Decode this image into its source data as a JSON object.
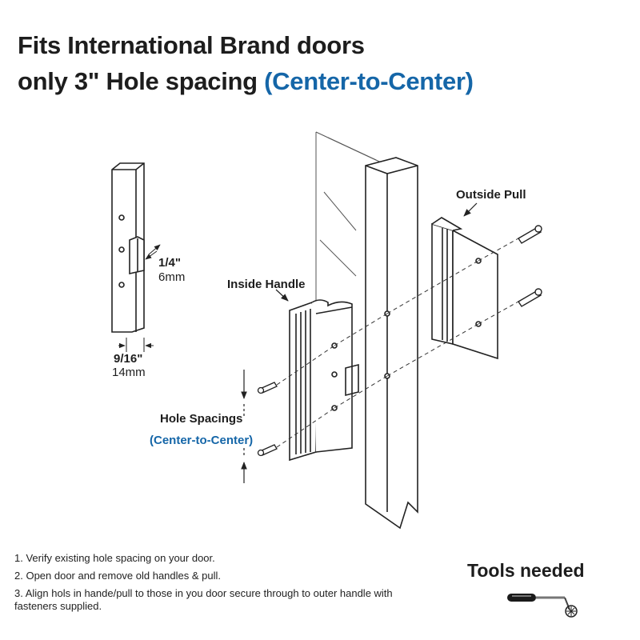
{
  "title": {
    "line1": "Fits International Brand doors",
    "line2_prefix": "only 3\" Hole spacing ",
    "line2_accent": "(Center-to-Center)"
  },
  "colors": {
    "accent": "#1566a8",
    "text": "#1d1d1d",
    "line": "#222222"
  },
  "diagram": {
    "labels": {
      "outside_pull": "Outside Pull",
      "inside_handle": "Inside Handle",
      "hole_spacings": "Hole Spacings",
      "center_to_center": "(Center-to-Center)",
      "dim_quarter_in": "1/4\"",
      "dim_quarter_mm": "6mm",
      "dim_916_in": "9/16\"",
      "dim_916_mm": "14mm"
    }
  },
  "instructions": [
    "1. Verify existing hole spacing on your door.",
    "2. Open door and remove old handles & pull.",
    "3. Align hols in hande/pull to those in you door secure through to outer handle with fasteners supplied."
  ],
  "tools": {
    "title": "Tools needed",
    "icon": "screwdriver-icon"
  }
}
